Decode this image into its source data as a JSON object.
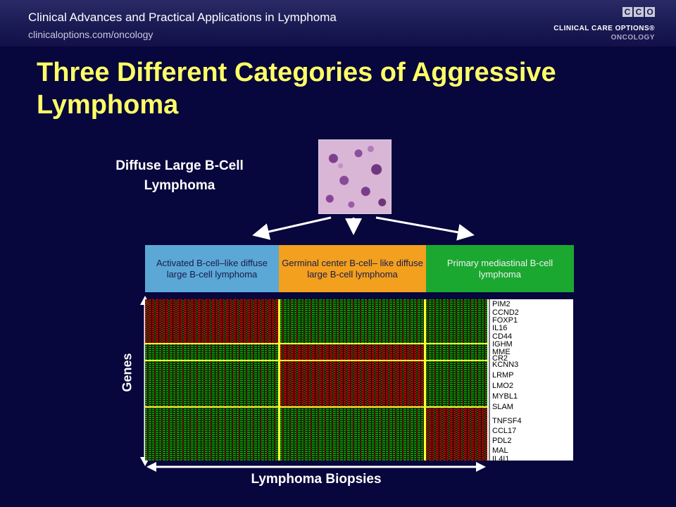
{
  "header": {
    "title": "Clinical Advances and Practical Applications in Lymphoma",
    "url": "clinicaloptions.com/oncology"
  },
  "logo": {
    "letters": [
      "C",
      "C",
      "O"
    ],
    "line1": "CLINICAL CARE OPTIONS®",
    "line2": "ONCOLOGY"
  },
  "slide": {
    "title": "Three Different Categories of Aggressive Lymphoma",
    "dlbcl_label": "Diffuse Large B-Cell Lymphoma",
    "categories": [
      "Activated B-cell–like diffuse large B-cell lymphoma",
      "Germinal center B-cell– like diffuse large B-cell lymphoma",
      "Primary mediastinal B-cell lymphoma"
    ],
    "genes_axis_label": "Genes",
    "biopsies_axis_label": "Lymphoma Biopsies",
    "genes": [
      "PIM2",
      "CCND2",
      "FOXP1",
      "IL16",
      "CD44",
      "IGHM",
      "MME",
      "CR2",
      "KCNN3",
      "LRMP",
      "LMO2",
      "MYBL1",
      "SLAM",
      "TNFSF4",
      "CCL17",
      "PDL2",
      "MAL",
      "IL4I1"
    ]
  },
  "colors": {
    "background": "#07063d",
    "title": "#ffff66",
    "abc": "#5ba8d6",
    "gcb": "#f2a01e",
    "pmbl": "#1aa830",
    "heat_high": "#e01818",
    "heat_low": "#18c818",
    "separator": "#ffff33"
  }
}
